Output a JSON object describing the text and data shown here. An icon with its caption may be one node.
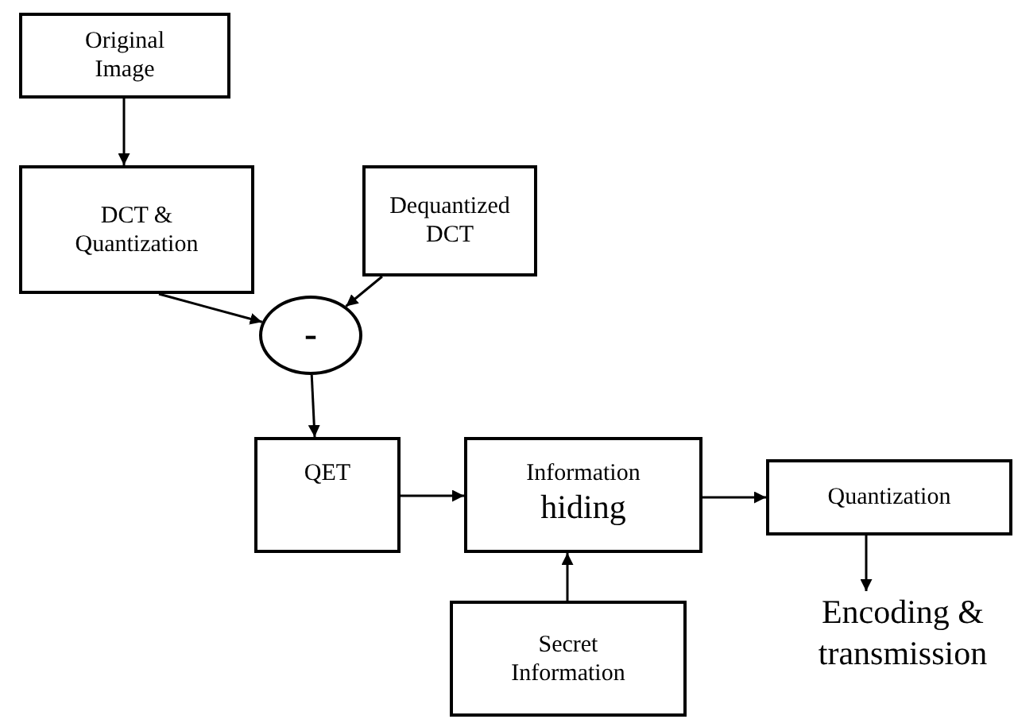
{
  "diagram": {
    "nodes": [
      {
        "text": [
          "Original Image"
        ]
      },
      {
        "text": [
          "DCT & Quantization"
        ]
      },
      {
        "text": [
          "Dequantized DCT"
        ]
      },
      {
        "text": [
          "-"
        ]
      },
      {
        "text": [
          "QET"
        ]
      },
      {
        "text": [
          "Information",
          "hiding"
        ]
      },
      {
        "text": [
          "Quantization"
        ]
      },
      {
        "text": [
          "Secret Information"
        ]
      },
      {
        "text": [
          "Encoding & transmission"
        ]
      }
    ],
    "edges": [
      {
        "from": 0,
        "to": 1,
        "arrow": "to"
      },
      {
        "from": 1,
        "to": 3,
        "arrow": "to"
      },
      {
        "from": 2,
        "to": 3,
        "arrow": "to"
      },
      {
        "from": 3,
        "to": 4,
        "arrow": "to"
      },
      {
        "from": 4,
        "to": 5,
        "arrow": "to"
      },
      {
        "from": 5,
        "to": 6,
        "arrow": "to"
      },
      {
        "from": 7,
        "to": 5,
        "arrow": "to"
      },
      {
        "from": 6,
        "to": 8,
        "arrow": "to"
      }
    ]
  }
}
